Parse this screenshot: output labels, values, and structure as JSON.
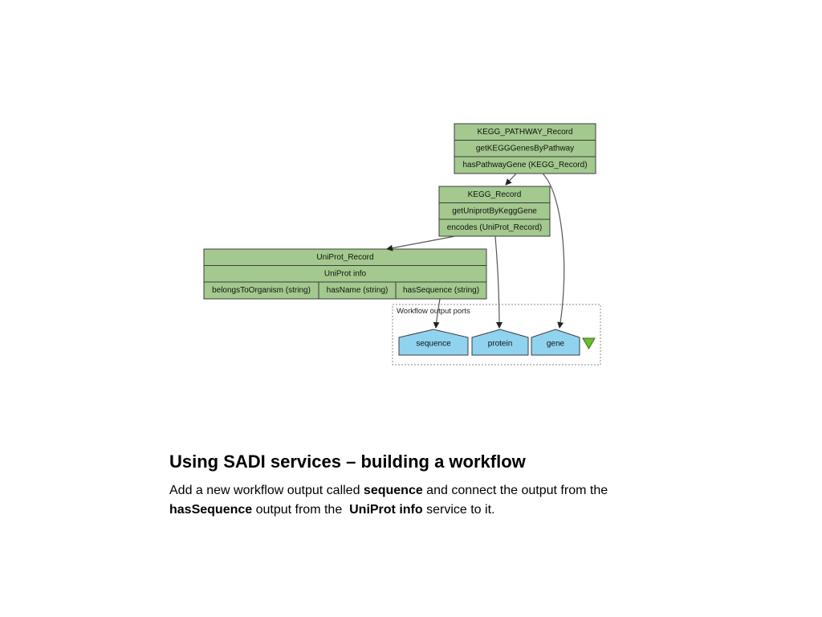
{
  "diagram": {
    "kegg_pathway": {
      "title": "KEGG_PATHWAY_Record",
      "service": "getKEGGGenesByPathway",
      "output": "hasPathwayGene (KEGG_Record)"
    },
    "kegg_record": {
      "title": "KEGG_Record",
      "service": "getUniprotByKeggGene",
      "output": "encodes (UniProt_Record)"
    },
    "uniprot": {
      "title": "UniProt_Record",
      "service": "UniProt info",
      "outputs": [
        "belongsToOrganism (string)",
        "hasName (string)",
        "hasSequence (string)"
      ]
    },
    "output_ports": {
      "label": "Workflow output ports",
      "ports": [
        "sequence",
        "protein",
        "gene"
      ]
    },
    "colors": {
      "service_node": "#a3c98e",
      "output_port": "#8fd3ef",
      "indicator": "#6abf2e"
    }
  },
  "caption": {
    "title": "Using SADI services – building a workflow",
    "line1_pre": "Add a new workflow output called ",
    "line1_bold": "sequence",
    "line1_post": " and connect the output from the ",
    "line2_bold1": "hasSequence",
    "line2_mid": " output from the  ",
    "line2_bold2": "UniProt info",
    "line2_post": " service to it."
  }
}
